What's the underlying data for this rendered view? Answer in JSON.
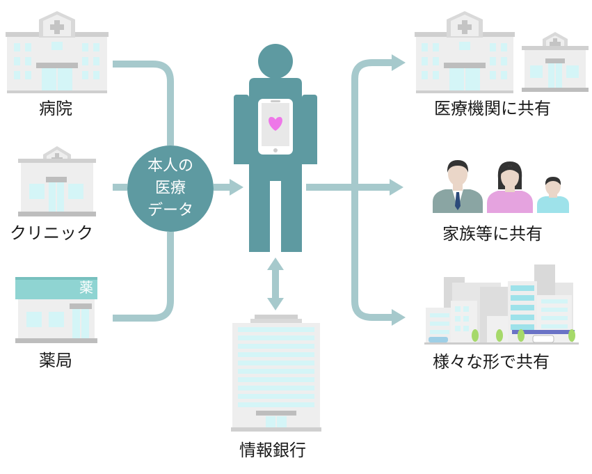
{
  "sources": {
    "hospital": "病院",
    "clinic": "クリニック",
    "pharmacy": "薬局",
    "pharmacy_sign": "薬"
  },
  "hub": {
    "line1": "本人の",
    "line2": "医療",
    "line3": "データ"
  },
  "bank": "情報銀行",
  "targets": {
    "medical": "医療機関に共有",
    "family": "家族等に共有",
    "various": "様々な形で共有"
  },
  "colors": {
    "person": "#5e9aa1",
    "connector": "#a6c9cc",
    "building_wall": "#eeeeee",
    "building_window": "#d4f5f7",
    "building_roof": "#bdbdbd",
    "heart": "#ee77e8"
  }
}
